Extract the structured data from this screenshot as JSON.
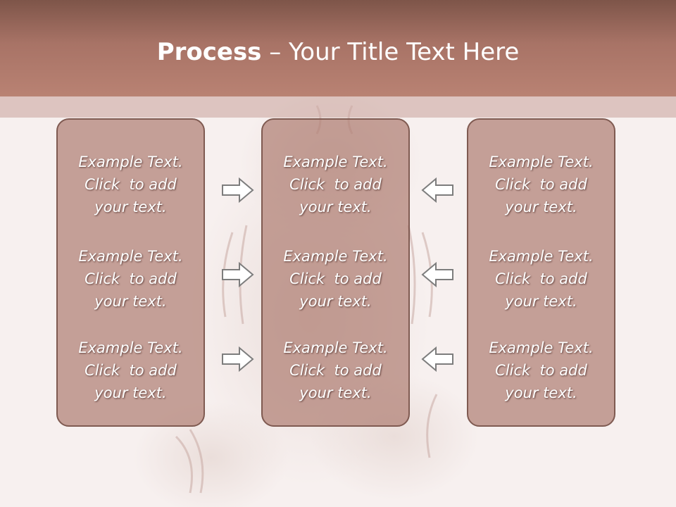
{
  "slide": {
    "title_bold": "Process",
    "title_rest": " – Your Title Text Here"
  },
  "columns": [
    {
      "paragraphs": [
        [
          "Example Text.",
          "Click  to add",
          "your text."
        ],
        [
          "Example Text.",
          "Click  to add",
          "your text."
        ],
        [
          "Example Text.",
          "Click  to add",
          "your text."
        ]
      ]
    },
    {
      "paragraphs": [
        [
          "Example Text.",
          "Click  to add",
          "your text."
        ],
        [
          "Example Text.",
          "Click  to add",
          "your text."
        ],
        [
          "Example Text.",
          "Click  to add",
          "your text."
        ]
      ]
    },
    {
      "paragraphs": [
        [
          "Example Text.",
          "Click  to add",
          "your text."
        ],
        [
          "Example Text.",
          "Click  to add",
          "your text."
        ],
        [
          "Example Text.",
          "Click  to add",
          "your text."
        ]
      ]
    }
  ],
  "colors": {
    "header": "#a87366",
    "box_fill": "#b08074",
    "box_border": "#7f5a51",
    "text": "#ffffff"
  },
  "icons": {
    "left_arrows": "arrow-right-icon",
    "right_arrows": "arrow-left-icon",
    "background": "white-tiger-image"
  }
}
